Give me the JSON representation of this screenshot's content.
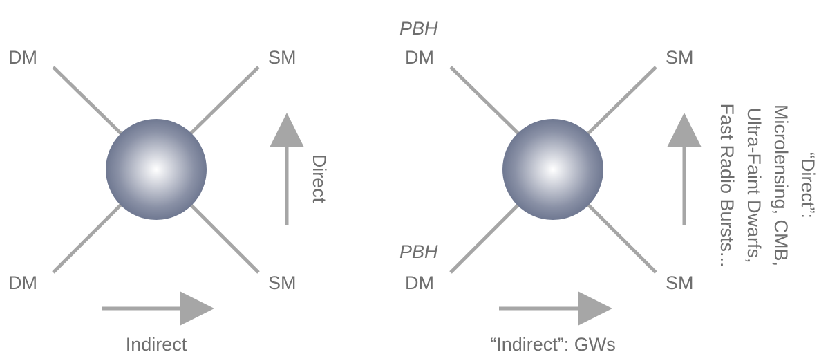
{
  "left": {
    "top_left": "DM",
    "bottom_left": "DM",
    "top_right": "SM",
    "bottom_right": "SM",
    "horizontal_arrow_label": "Indirect",
    "vertical_arrow_label": "Direct"
  },
  "right": {
    "top_left_tag": "PBH",
    "top_left": "DM",
    "bottom_left_tag": "PBH",
    "bottom_left": "DM",
    "top_right": "SM",
    "bottom_right": "SM",
    "horizontal_arrow_label": "“Indirect”: GWs",
    "vertical_arrow_lines": [
      "“Direct”:",
      "Microlensing, CMB,",
      "Ultra-Faint Dwarfs,",
      "Fast Radio Bursts..."
    ]
  },
  "colors": {
    "lines": "#a6a6a6",
    "text": "#6e6e6e",
    "sphere_center": "#ffffff",
    "sphere_edge": "#6f7891"
  }
}
